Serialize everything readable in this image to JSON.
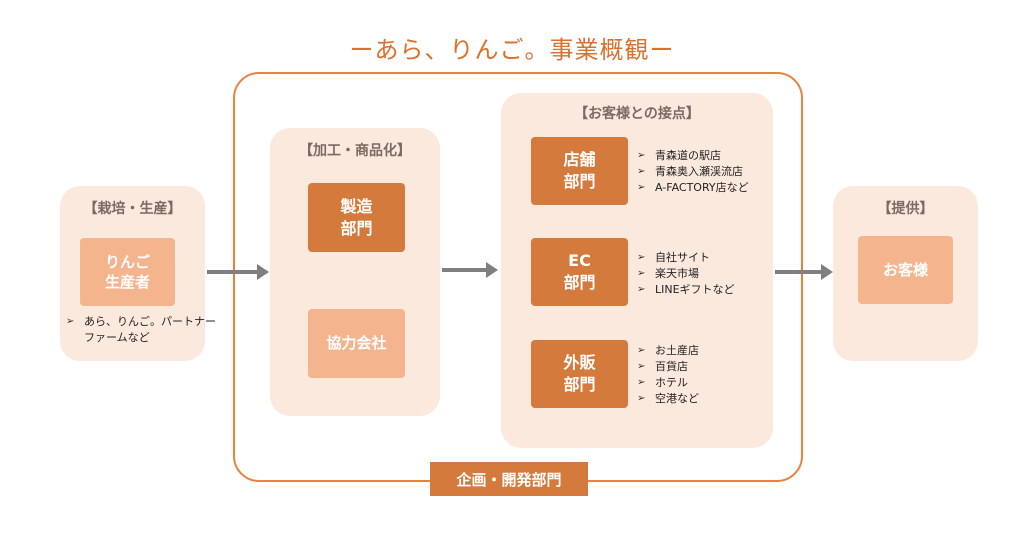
{
  "title": "ーあら、りんご。事業概観ー",
  "cultivation": {
    "heading": "【栽培・生産】",
    "box_line1": "りんご",
    "box_line2": "生産者",
    "note_line1": "あら、りんご。パートナー",
    "note_line2": "ファームなど"
  },
  "processing": {
    "heading": "【加工・商品化】",
    "manufacturing_line1": "製造",
    "manufacturing_line2": "部門",
    "partner": "協力会社"
  },
  "touchpoints": {
    "heading": "【お客様との接点】",
    "store": {
      "line1": "店舗",
      "line2": "部門",
      "items": [
        "青森道の駅店",
        "青森奥入瀬渓流店",
        "A-FACTORY店など"
      ]
    },
    "ec": {
      "line1": "EC",
      "line2": "部門",
      "items": [
        "自社サイト",
        "楽天市場",
        "LINEギフトなど"
      ]
    },
    "wholesale": {
      "line1": "外販",
      "line2": "部門",
      "items": [
        "お土産店",
        "百貨店",
        "ホテル",
        "空港など"
      ]
    }
  },
  "provision": {
    "heading": "【提供】",
    "customer": "お客様"
  },
  "planning_label": "企画・開発部門",
  "colors": {
    "accent": "#D9722F",
    "panel": "#FBE9DE",
    "dark_box": "#D47A3D",
    "light_box": "#F4B48E",
    "arrow": "#7F7F7F"
  }
}
